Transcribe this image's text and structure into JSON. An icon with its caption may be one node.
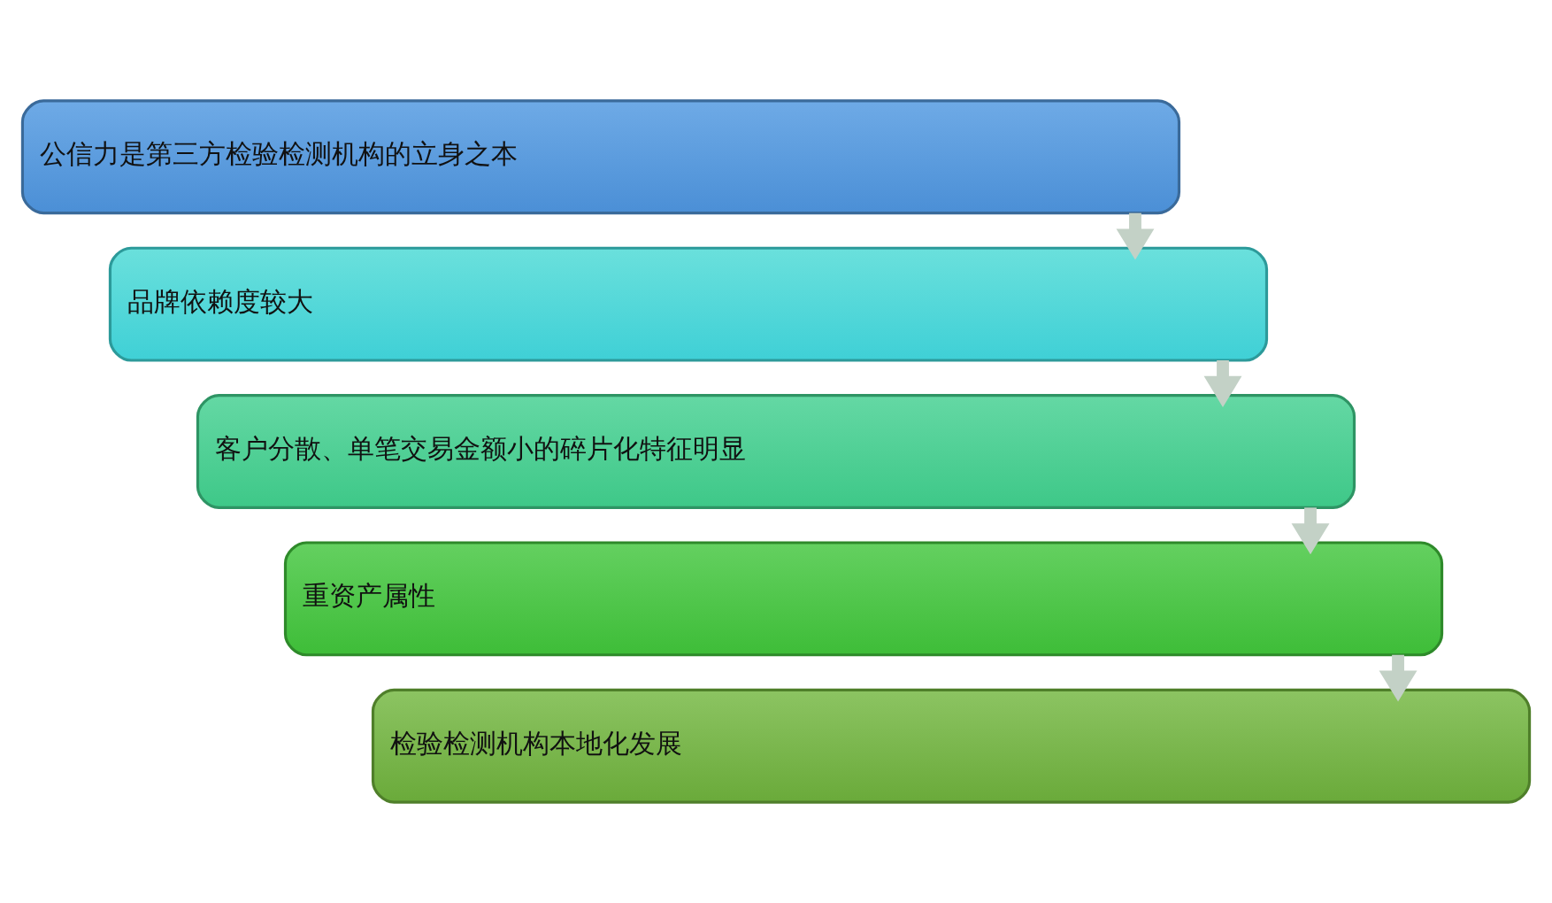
{
  "diagram": {
    "nodes": [
      {
        "text": [
          "公信力是第三方检验检测机构的立身之本"
        ]
      },
      {
        "text": [
          "品牌依赖度较大"
        ]
      },
      {
        "text": [
          "客户分散、单笔交易金额小的碎片化特征明显"
        ]
      },
      {
        "text": [
          "重资产属性"
        ]
      },
      {
        "text": [
          "检验检测机构本地化发展"
        ]
      }
    ],
    "edges": [
      {
        "from": 0,
        "to": 1,
        "arrow": "to"
      },
      {
        "from": 1,
        "to": 2,
        "arrow": "to"
      },
      {
        "from": 2,
        "to": 3,
        "arrow": "to"
      },
      {
        "from": 3,
        "to": 4,
        "arrow": "to"
      }
    ]
  }
}
